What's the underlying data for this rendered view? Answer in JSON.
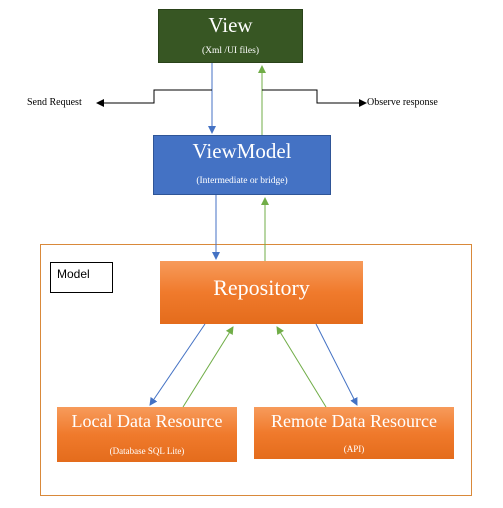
{
  "view": {
    "title": "View",
    "subtitle": "(Xml /UI files)"
  },
  "viewmodel": {
    "title": "ViewModel",
    "subtitle": "(Intermediate or bridge)"
  },
  "model": {
    "label": "Model"
  },
  "repository": {
    "title": "Repository"
  },
  "local": {
    "title": "Local Data Resource",
    "subtitle": "(Database SQL Lite)"
  },
  "remote": {
    "title": "Remote Data Resource",
    "subtitle": "(API)"
  },
  "labels": {
    "send_request": "Send Request",
    "observe_response": "Observe response"
  },
  "colors": {
    "view_fill": "#375623",
    "viewmodel_fill": "#4472c4",
    "orange_fill": "#f07a2c",
    "model_border": "#d9893a",
    "down_arrow": "#4472c4",
    "up_arrow": "#70ad47"
  }
}
